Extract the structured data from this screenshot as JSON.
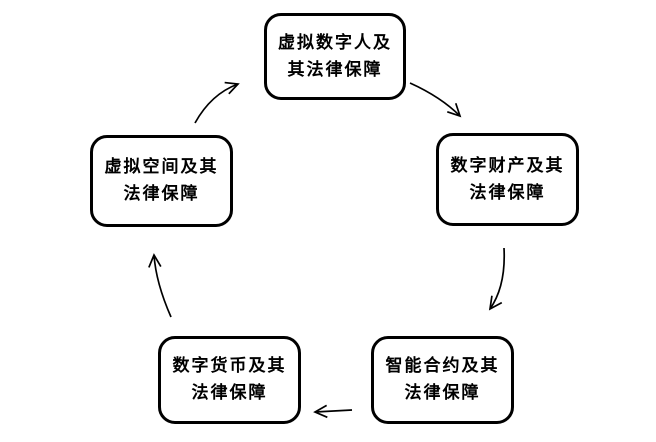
{
  "diagram": {
    "type": "cycle",
    "direction": "clockwise",
    "background_color": "#ffffff",
    "node_border_color": "#000000",
    "node_fill_color": "#ffffff",
    "node_text_color": "#000000",
    "arrow_color": "#000000",
    "nodes": [
      {
        "name": "virtual-digital-human",
        "position": "top",
        "lines": [
          "虚拟数字人及",
          "其法律保障"
        ],
        "label": "虚拟数字人及其法律保障"
      },
      {
        "name": "digital-property",
        "position": "right",
        "lines": [
          "数字财产及其",
          "法律保障"
        ],
        "label": "数字财产及其法律保障"
      },
      {
        "name": "smart-contract",
        "position": "bottom-right",
        "lines": [
          "智能合约及其",
          "法律保障"
        ],
        "label": "智能合约及其法律保障"
      },
      {
        "name": "digital-currency",
        "position": "bottom-left",
        "lines": [
          "数字货币及其",
          "法律保障"
        ],
        "label": "数字货币及其法律保障"
      },
      {
        "name": "virtual-space",
        "position": "left",
        "lines": [
          "虚拟空间及其",
          "法律保障"
        ],
        "label": "虚拟空间及其法律保障"
      }
    ],
    "arrows": [
      {
        "name": "arrow-top-to-right",
        "from": "virtual-digital-human",
        "to": "digital-property"
      },
      {
        "name": "arrow-right-to-bottom-right",
        "from": "digital-property",
        "to": "smart-contract"
      },
      {
        "name": "arrow-bottom-right-to-bottom-left",
        "from": "smart-contract",
        "to": "digital-currency"
      },
      {
        "name": "arrow-bottom-left-to-left",
        "from": "digital-currency",
        "to": "virtual-space"
      },
      {
        "name": "arrow-left-to-top",
        "from": "virtual-space",
        "to": "virtual-digital-human"
      }
    ]
  }
}
